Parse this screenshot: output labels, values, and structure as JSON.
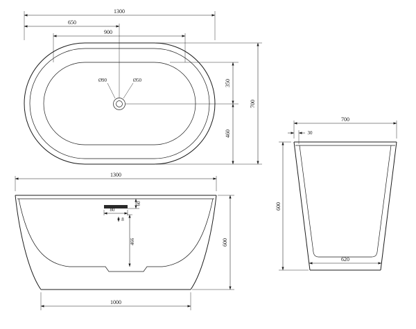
{
  "views": {
    "plan": {
      "dim_overall_length": "1300",
      "dim_drain_offset": "650",
      "dim_inner_length": "900",
      "dim_top_to_drain": "350",
      "dim_bowl_width": "460",
      "dim_overall_width": "700",
      "label_drain_outer": "Ø90",
      "label_drain_inner": "Ø50"
    },
    "front": {
      "dim_overall_length": "1300",
      "dim_rim_to_overflow": "60",
      "dim_overflow_width": "80",
      "dim_overflow_slot_height": "8",
      "dim_inner_depth": "466",
      "dim_overall_height": "600",
      "dim_base_length": "1000"
    },
    "side": {
      "dim_overall_width": "700",
      "dim_rim_inset": "30",
      "dim_overall_height": "600",
      "dim_base_width": "620"
    }
  }
}
